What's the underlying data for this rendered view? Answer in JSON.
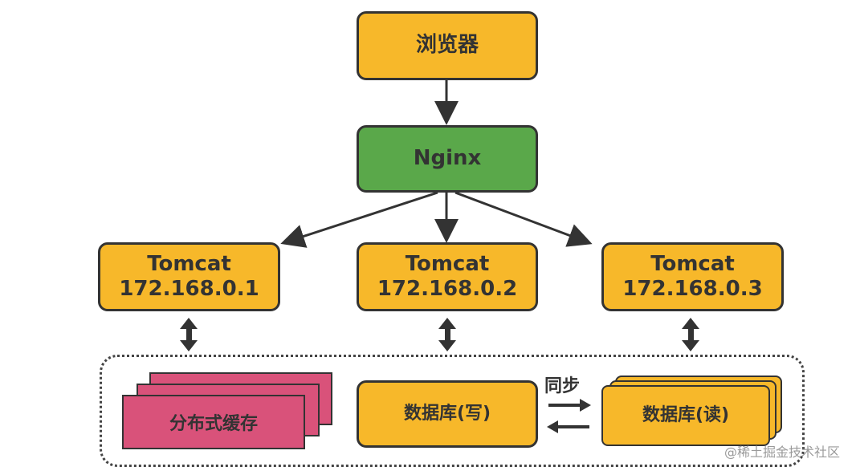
{
  "nodes": {
    "browser": "浏览器",
    "nginx": "Nginx",
    "tomcat1": {
      "name": "Tomcat",
      "ip": "172.168.0.1"
    },
    "tomcat2": {
      "name": "Tomcat",
      "ip": "172.168.0.2"
    },
    "tomcat3": {
      "name": "Tomcat",
      "ip": "172.168.0.3"
    },
    "cache": "分布式缓存",
    "db_write": "数据库(写)",
    "db_read": "数据库(读)"
  },
  "sync_label": "同步",
  "watermark": "@稀土掘金技术社区",
  "colors": {
    "node_fill": "#f7b82a",
    "nginx_fill": "#5aa84a",
    "cache_fill": "#d9527a",
    "border": "#333333"
  }
}
